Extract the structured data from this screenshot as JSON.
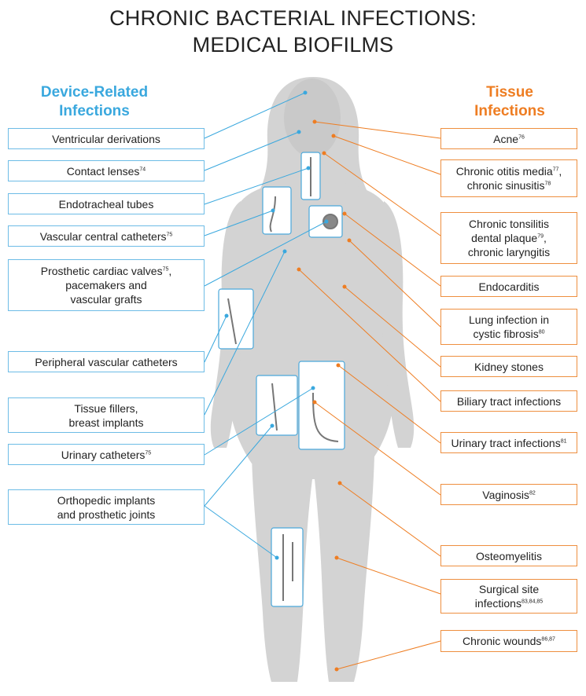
{
  "title": {
    "line1": "CHRONIC BACTERIAL INFECTIONS:",
    "line2": "MEDICAL BIOFILMS"
  },
  "headers": {
    "device": {
      "line1": "Device-Related",
      "line2": "Infections"
    },
    "tissue": {
      "line1": "Tissue",
      "line2": "Infections"
    }
  },
  "device_items": [
    {
      "text": "Ventricular derivations",
      "ref": ""
    },
    {
      "text": "Contact lenses",
      "ref": "74"
    },
    {
      "text": "Endotracheal tubes",
      "ref": ""
    },
    {
      "text": "Vascular central catheters",
      "ref": "75"
    },
    {
      "text": "Prosthetic cardiac valves",
      "ref": "75",
      "text2": ",\npacemakers and\nvascular grafts"
    },
    {
      "text": "Peripheral vascular catheters",
      "ref": ""
    },
    {
      "text": "Tissue fillers,\nbreast implants",
      "ref": ""
    },
    {
      "text": "Urinary catheters",
      "ref": "75"
    },
    {
      "text": "Orthopedic implants\nand prosthetic joints",
      "ref": ""
    }
  ],
  "tissue_items": [
    {
      "text": "Acne",
      "ref": "76"
    },
    {
      "text": "Chronic otitis media",
      "ref": "77",
      "text2": ",\nchronic sinusitis",
      "ref2": "78"
    },
    {
      "text": "Chronic tonsilitis\ndental plaque",
      "ref": "79",
      "text2": ",\nchronic laryngitis"
    },
    {
      "text": "Endocarditis",
      "ref": ""
    },
    {
      "text": "Lung infection in\ncystic fibrosis",
      "ref": "80"
    },
    {
      "text": "Kidney stones",
      "ref": ""
    },
    {
      "text": "Biliary tract infections",
      "ref": ""
    },
    {
      "text": "Urinary tract infections",
      "ref": "81"
    },
    {
      "text": "Vaginosis",
      "ref": "82"
    },
    {
      "text": "Osteomyelitis",
      "ref": ""
    },
    {
      "text": "Surgical site\ninfections",
      "ref": "83,84,85"
    },
    {
      "text": "Chronic wounds",
      "ref": "86,87"
    }
  ],
  "colors": {
    "device": "#3aa8de",
    "tissue": "#ee7d22",
    "body": "#d3d3d3",
    "device_border": "#6dbce6",
    "tissue_border": "#ee8f3f"
  }
}
